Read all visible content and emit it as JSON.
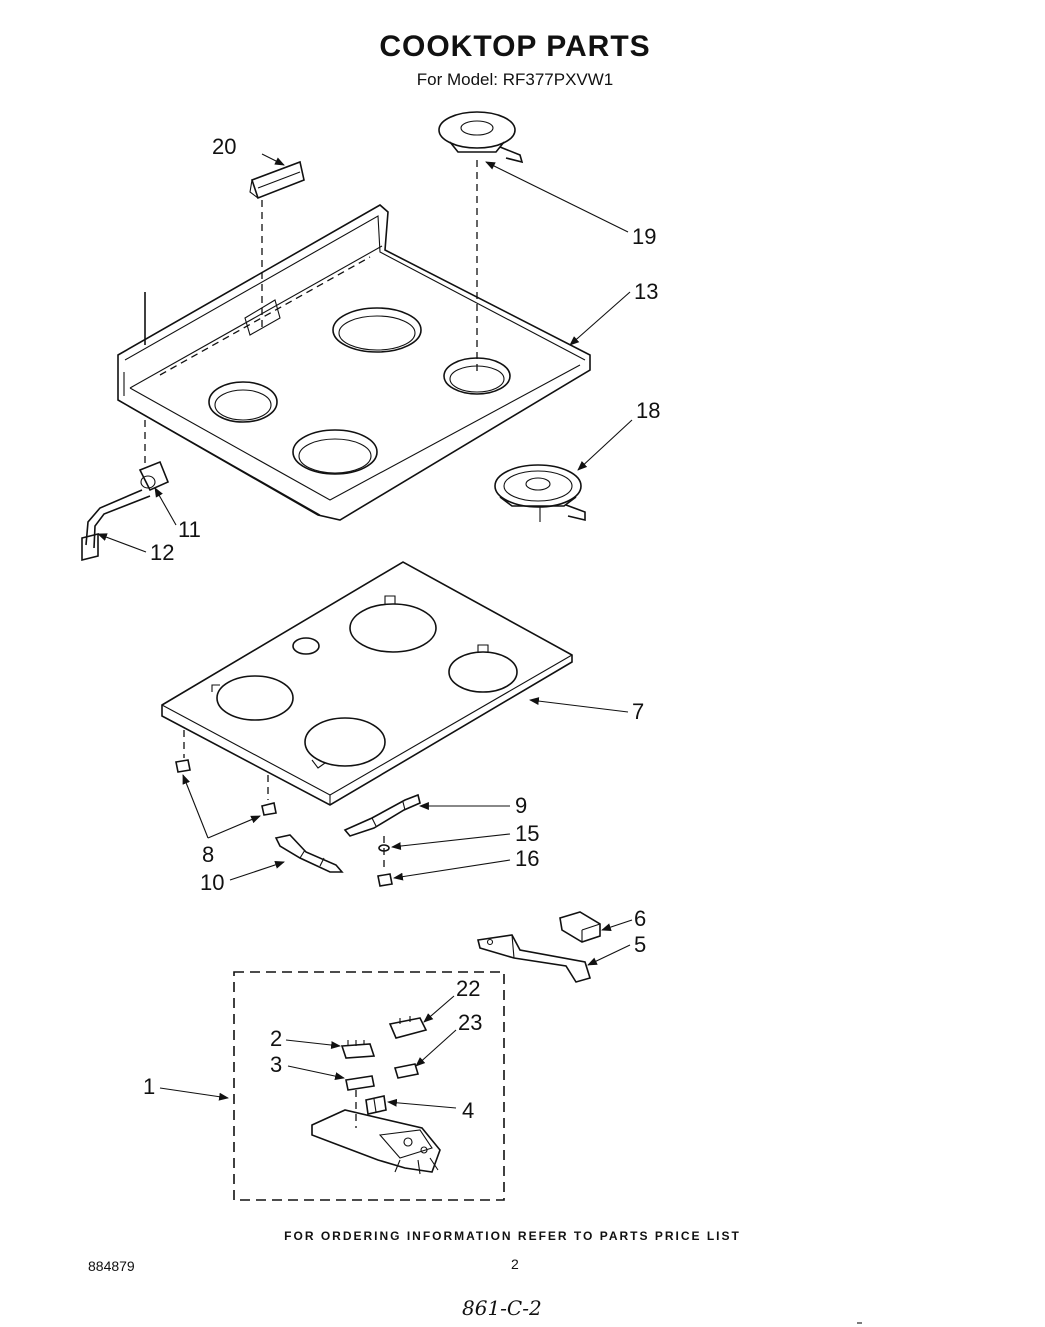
{
  "title": "COOKTOP PARTS",
  "subtitle": "For Model: RF377PXVW1",
  "footer_note": "FOR ORDERING INFORMATION REFER TO PARTS PRICE LIST",
  "doc_number": "884879",
  "page_number": "2",
  "handwritten": "861-C-2",
  "callouts": {
    "c1": "1",
    "c2": "2",
    "c3": "3",
    "c4": "4",
    "c5": "5",
    "c6": "6",
    "c7": "7",
    "c8": "8",
    "c9": "9",
    "c10": "10",
    "c11": "11",
    "c12": "12",
    "c13": "13",
    "c15": "15",
    "c16": "16",
    "c18": "18",
    "c19": "19",
    "c20": "20",
    "c22": "22",
    "c23": "23"
  }
}
